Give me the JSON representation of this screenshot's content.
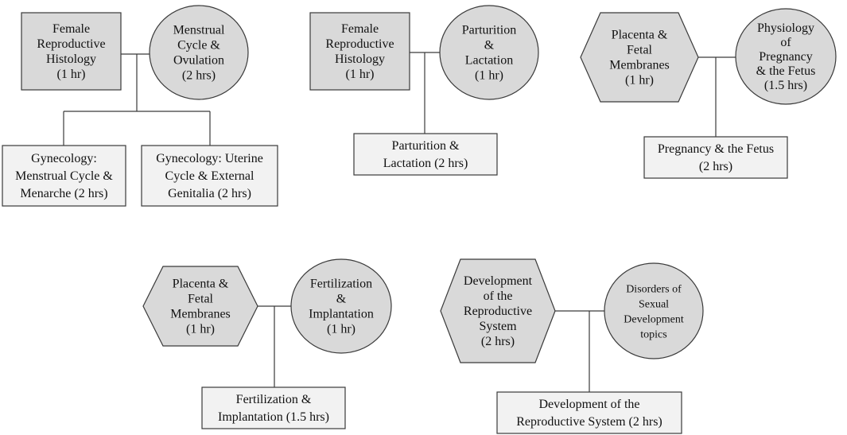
{
  "groups": [
    {
      "left": [
        "Female",
        "Reproductive",
        "Histology",
        "(1 hr)"
      ],
      "right": [
        "Menstrual",
        "Cycle &",
        "Ovulation",
        "(2 hrs)"
      ],
      "children": [
        [
          "Gynecology:",
          "Menstrual Cycle &",
          "Menarche  (2 hrs)"
        ],
        [
          "Gynecology:  Uterine",
          "Cycle & External",
          "Genitalia (2 hrs)"
        ]
      ]
    },
    {
      "left": [
        "Female",
        "Reproductive",
        "Histology",
        "(1 hr)"
      ],
      "right": [
        "Parturition",
        "&",
        "Lactation",
        "(1 hr)"
      ],
      "children": [
        [
          "Parturition &",
          "Lactation  (2 hrs)"
        ]
      ]
    },
    {
      "left": [
        "Placenta &",
        "Fetal",
        "Membranes",
        "(1 hr)"
      ],
      "right": [
        "Physiology",
        "of",
        "Pregnancy",
        "& the Fetus",
        "(1.5 hrs)"
      ],
      "children": [
        [
          "Pregnancy  & the Fetus",
          "(2 hrs)"
        ]
      ]
    },
    {
      "left": [
        "Placenta &",
        "Fetal",
        "Membranes",
        "(1 hr)"
      ],
      "right": [
        "Fertilization",
        "&",
        "Implantation",
        "(1 hr)"
      ],
      "children": [
        [
          "Fertilization &",
          "Implantation  (1.5 hrs)"
        ]
      ]
    },
    {
      "left": [
        "Development",
        "of the",
        "Reproductive",
        "System",
        "(2 hrs)"
      ],
      "right": [
        "Disorders of",
        "Sexual",
        "Development",
        "topics"
      ],
      "children": [
        [
          "Development  of the",
          "Reproductive System  (2 hrs)"
        ]
      ]
    }
  ]
}
